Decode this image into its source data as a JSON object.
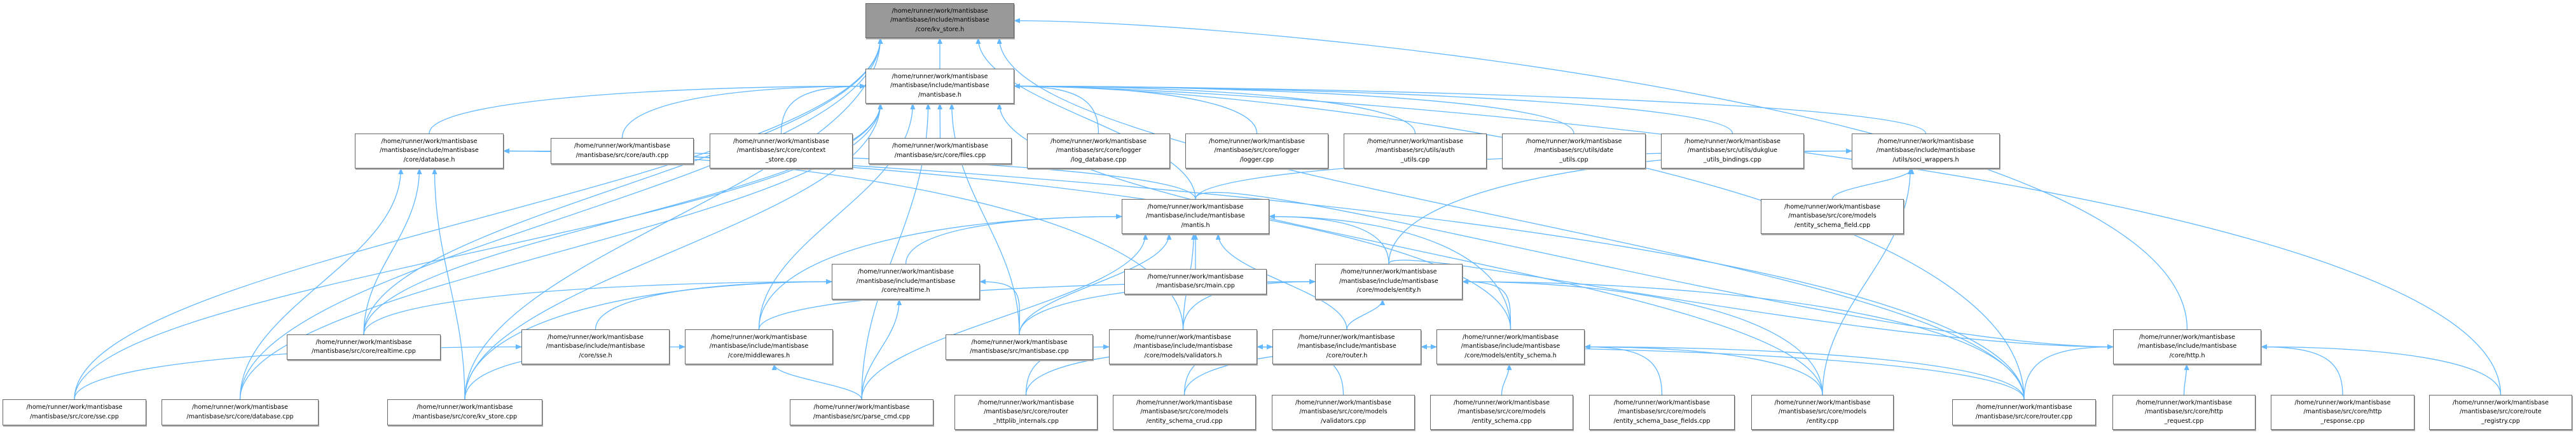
{
  "colors": {
    "edge": "#63b8ff",
    "focus_fill": "#999999",
    "node_border": "#666666"
  },
  "nodes": {
    "kv_store_h": "/home/runner/work/mantisbase\n/mantisbase/include/mantisbase\n/core/kv_store.h",
    "mantisbase_h": "/home/runner/work/mantisbase\n/mantisbase/include/mantisbase\n/mantisbase.h",
    "database_h": "/home/runner/work/mantisbase\n/mantisbase/include/mantisbase\n/core/database.h",
    "auth_cpp": "/home/runner/work/mantisbase\n/mantisbase/src/core/auth.cpp",
    "context_store_cpp": "/home/runner/work/mantisbase\n/mantisbase/src/core/context\n_store.cpp",
    "files_cpp": "/home/runner/work/mantisbase\n/mantisbase/src/core/files.cpp",
    "log_database_cpp": "/home/runner/work/mantisbase\n/mantisbase/src/core/logger\n/log_database.cpp",
    "logger_cpp": "/home/runner/work/mantisbase\n/mantisbase/src/core/logger\n/logger.cpp",
    "auth_utils_cpp": "/home/runner/work/mantisbase\n/mantisbase/src/utils/auth\n_utils.cpp",
    "date_utils_cpp": "/home/runner/work/mantisbase\n/mantisbase/src/utils/date\n_utils.cpp",
    "dukglue_cpp": "/home/runner/work/mantisbase\n/mantisbase/src/utils/dukglue\n_utils_bindings.cpp",
    "soci_wrappers_h": "/home/runner/work/mantisbase\n/mantisbase/include/mantisbase\n/utils/soci_wrappers.h",
    "mantis_h": "/home/runner/work/mantisbase\n/mantisbase/include/mantisbase\n/mantis.h",
    "entity_schema_field_cpp": "/home/runner/work/mantisbase\n/mantisbase/src/core/models\n/entity_schema_field.cpp",
    "realtime_h": "/home/runner/work/mantisbase\n/mantisbase/include/mantisbase\n/core/realtime.h",
    "main_cpp": "/home/runner/work/mantisbase\n/mantisbase/src/main.cpp",
    "entity_h": "/home/runner/work/mantisbase\n/mantisbase/include/mantisbase\n/core/models/entity.h",
    "realtime_cpp": "/home/runner/work/mantisbase\n/mantisbase/src/core/realtime.cpp",
    "sse_h": "/home/runner/work/mantisbase\n/mantisbase/include/mantisbase\n/core/sse.h",
    "middlewares_h": "/home/runner/work/mantisbase\n/mantisbase/include/mantisbase\n/core/middlewares.h",
    "mantisbase_cpp": "/home/runner/work/mantisbase\n/mantisbase/src/mantisbase.cpp",
    "validators_h": "/home/runner/work/mantisbase\n/mantisbase/include/mantisbase\n/core/models/validators.h",
    "router_h": "/home/runner/work/mantisbase\n/mantisbase/include/mantisbase\n/core/router.h",
    "entity_schema_h": "/home/runner/work/mantisbase\n/mantisbase/include/mantisbase\n/core/models/entity_schema.h",
    "http_h": "/home/runner/work/mantisbase\n/mantisbase/include/mantisbase\n/core/http.h",
    "sse_cpp": "/home/runner/work/mantisbase\n/mantisbase/src/core/sse.cpp",
    "database_cpp": "/home/runner/work/mantisbase\n/mantisbase/src/core/database.cpp",
    "kv_store_cpp": "/home/runner/work/mantisbase\n/mantisbase/src/core/kv_store.cpp",
    "parse_cmd_cpp": "/home/runner/work/mantisbase\n/mantisbase/src/parse_cmd.cpp",
    "httplib_internals_cpp": "/home/runner/work/mantisbase\n/mantisbase/src/core/router\n_httplib_internals.cpp",
    "entity_schema_crud_cpp": "/home/runner/work/mantisbase\n/mantisbase/src/core/models\n/entity_schema_crud.cpp",
    "validators_cpp": "/home/runner/work/mantisbase\n/mantisbase/src/core/models\n/validators.cpp",
    "entity_schema_cpp": "/home/runner/work/mantisbase\n/mantisbase/src/core/models\n/entity_schema.cpp",
    "entity_schema_base_fields_cpp": "/home/runner/work/mantisbase\n/mantisbase/src/core/models\n/entity_schema_base_fields.cpp",
    "entity_cpp": "/home/runner/work/mantisbase\n/mantisbase/src/core/models\n/entity.cpp",
    "router_cpp": "/home/runner/work/mantisbase\n/mantisbase/src/core/router.cpp",
    "http_request_cpp": "/home/runner/work/mantisbase\n/mantisbase/src/core/http\n_request.cpp",
    "http_response_cpp": "/home/runner/work/mantisbase\n/mantisbase/src/core/http\n_response.cpp",
    "route_registry_cpp": "/home/runner/work/mantisbase\n/mantisbase/src/core/route\n_registry.cpp"
  },
  "edges": [
    [
      "mantisbase_h",
      "kv_store_h"
    ],
    [
      "sse_cpp",
      "kv_store_h"
    ],
    [
      "database_cpp",
      "kv_store_h"
    ],
    [
      "kv_store_cpp",
      "kv_store_h"
    ],
    [
      "realtime_cpp",
      "kv_store_h"
    ],
    [
      "mantis_h",
      "kv_store_h"
    ],
    [
      "router_cpp",
      "kv_store_h"
    ],
    [
      "http_h",
      "kv_store_h"
    ],
    [
      "database_h",
      "mantisbase_h"
    ],
    [
      "auth_cpp",
      "mantisbase_h"
    ],
    [
      "context_store_cpp",
      "mantisbase_h"
    ],
    [
      "files_cpp",
      "mantisbase_h"
    ],
    [
      "log_database_cpp",
      "mantisbase_h"
    ],
    [
      "logger_cpp",
      "mantisbase_h"
    ],
    [
      "auth_utils_cpp",
      "mantisbase_h"
    ],
    [
      "date_utils_cpp",
      "mantisbase_h"
    ],
    [
      "dukglue_cpp",
      "mantisbase_h"
    ],
    [
      "soci_wrappers_h",
      "mantisbase_h"
    ],
    [
      "sse_cpp",
      "mantisbase_h"
    ],
    [
      "database_cpp",
      "mantisbase_h"
    ],
    [
      "kv_store_cpp",
      "mantisbase_h"
    ],
    [
      "parse_cmd_cpp",
      "mantisbase_h"
    ],
    [
      "realtime_cpp",
      "mantisbase_h"
    ],
    [
      "mantisbase_cpp",
      "mantisbase_h"
    ],
    [
      "router_cpp",
      "mantisbase_h"
    ],
    [
      "route_registry_cpp",
      "mantisbase_h"
    ],
    [
      "entity_cpp",
      "mantisbase_h"
    ],
    [
      "middlewares_h",
      "mantisbase_h"
    ],
    [
      "mantis_h",
      "database_h"
    ],
    [
      "database_cpp",
      "database_h"
    ],
    [
      "kv_store_cpp",
      "database_h"
    ],
    [
      "realtime_cpp",
      "database_h"
    ],
    [
      "entity_schema_h",
      "database_h"
    ],
    [
      "router_cpp",
      "database_h"
    ],
    [
      "validators_h",
      "database_h"
    ],
    [
      "mantis_h",
      "soci_wrappers_h"
    ],
    [
      "entity_h",
      "soci_wrappers_h"
    ],
    [
      "entity_schema_field_cpp",
      "soci_wrappers_h"
    ],
    [
      "entity_cpp",
      "soci_wrappers_h"
    ],
    [
      "realtime_h",
      "mantis_h"
    ],
    [
      "main_cpp",
      "mantis_h"
    ],
    [
      "mantisbase_cpp",
      "mantis_h"
    ],
    [
      "validators_h",
      "mantis_h"
    ],
    [
      "router_h",
      "mantis_h"
    ],
    [
      "entity_h",
      "mantis_h"
    ],
    [
      "parse_cmd_cpp",
      "mantis_h"
    ],
    [
      "middlewares_h",
      "mantis_h"
    ],
    [
      "entity_schema_h",
      "mantis_h"
    ],
    [
      "realtime_cpp",
      "realtime_h"
    ],
    [
      "mantisbase_cpp",
      "realtime_h"
    ],
    [
      "parse_cmd_cpp",
      "realtime_h"
    ],
    [
      "sse_h",
      "realtime_h"
    ],
    [
      "kv_store_cpp",
      "realtime_h"
    ],
    [
      "validators_h",
      "entity_h"
    ],
    [
      "router_h",
      "entity_h"
    ],
    [
      "entity_schema_h",
      "entity_h"
    ],
    [
      "mantisbase_cpp",
      "entity_h"
    ],
    [
      "middlewares_h",
      "entity_h"
    ],
    [
      "entity_cpp",
      "entity_h"
    ],
    [
      "router_cpp",
      "entity_h"
    ],
    [
      "sse_cpp",
      "sse_h"
    ],
    [
      "kv_store_cpp",
      "middlewares_h"
    ],
    [
      "parse_cmd_cpp",
      "middlewares_h"
    ],
    [
      "entity_schema_cpp",
      "entity_schema_h"
    ],
    [
      "entity_schema_base_fields_cpp",
      "entity_schema_h"
    ],
    [
      "entity_schema_crud_cpp",
      "entity_schema_h"
    ],
    [
      "entity_cpp",
      "entity_schema_h"
    ],
    [
      "router_cpp",
      "entity_schema_h"
    ],
    [
      "validators_cpp",
      "validators_h"
    ],
    [
      "httplib_internals_cpp",
      "validators_h"
    ],
    [
      "router_cpp",
      "router_h"
    ],
    [
      "httplib_internals_cpp",
      "router_h"
    ],
    [
      "entity_schema_crud_cpp",
      "router_h"
    ],
    [
      "router_cpp",
      "http_h"
    ],
    [
      "http_request_cpp",
      "http_h"
    ],
    [
      "http_response_cpp",
      "http_h"
    ],
    [
      "route_registry_cpp",
      "http_h"
    ],
    [
      "entity_h",
      "http_h"
    ],
    [
      "mantis_h",
      "http_h"
    ]
  ]
}
